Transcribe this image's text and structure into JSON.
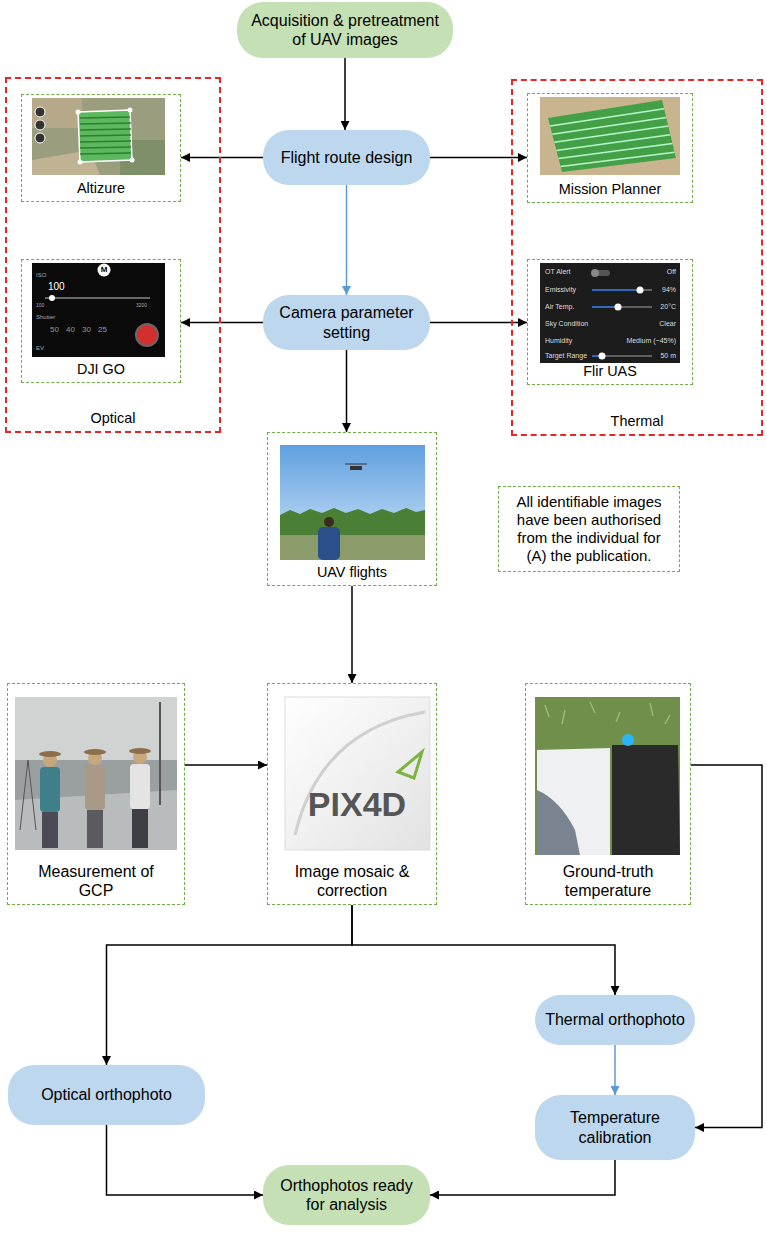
{
  "diagram": {
    "nodes": [
      {
        "text": [
          "Acquisition & pretreatment of UAV images"
        ]
      },
      {
        "text": [
          "Optical"
        ]
      },
      {
        "text": [
          "Altizure"
        ],
        "in": 1
      },
      {
        "text": [
          "DJI GO"
        ],
        "in": 1
      },
      {
        "text": [
          "Flight route design"
        ]
      },
      {
        "text": [
          "Camera parameter setting"
        ]
      },
      {
        "text": [
          "Thermal"
        ]
      },
      {
        "text": [
          "Mission Planner"
        ],
        "in": 6
      },
      {
        "text": [
          "Flir UAS"
        ],
        "in": 6
      },
      {
        "text": [
          "UAV flights"
        ]
      },
      {
        "text": [
          "All identifiable images have been authorised from the individual for (A) the publication."
        ]
      },
      {
        "text": [
          "Measurement of GCP"
        ]
      },
      {
        "text": [
          "Image mosaic & correction"
        ]
      },
      {
        "text": [
          "Ground-truth temperature"
        ]
      },
      {
        "text": [
          "Thermal orthophoto"
        ]
      },
      {
        "text": [
          "Optical orthophoto"
        ]
      },
      {
        "text": [
          "Temperature calibration"
        ]
      },
      {
        "text": [
          "Orthophotos ready for analysis"
        ]
      }
    ],
    "edges": [
      {
        "from": 0,
        "to": 4,
        "arrow": "to"
      },
      {
        "from": 4,
        "to": 2,
        "arrow": "to"
      },
      {
        "from": 4,
        "to": 7,
        "arrow": "to"
      },
      {
        "from": 4,
        "to": 5,
        "arrow": "to"
      },
      {
        "from": 5,
        "to": 3,
        "arrow": "to"
      },
      {
        "from": 5,
        "to": 8,
        "arrow": "to"
      },
      {
        "from": 5,
        "to": 9,
        "arrow": "to"
      },
      {
        "from": 9,
        "to": 12,
        "arrow": "to"
      },
      {
        "from": 11,
        "to": 12,
        "arrow": "to"
      },
      {
        "from": 12,
        "to": 15,
        "arrow": "to"
      },
      {
        "from": 12,
        "to": 14,
        "arrow": "to"
      },
      {
        "from": 14,
        "to": 16,
        "arrow": "to"
      },
      {
        "from": 13,
        "to": 16,
        "arrow": "to"
      },
      {
        "from": 15,
        "to": 17,
        "arrow": "to"
      },
      {
        "from": 16,
        "to": 17,
        "arrow": "to"
      }
    ],
    "labels": [
      "ISO",
      "100",
      "100",
      "3200",
      "Shutter",
      "50",
      "40",
      "30",
      "25",
      "EV",
      "M",
      "OT Alert",
      "Off",
      "Emissivity",
      "94%",
      "Air Temp.",
      "20°C",
      "Sky Condition",
      "Clear",
      "Humidity",
      "Medium (~45%)",
      "Target Range",
      "50 m",
      "PIX4D"
    ]
  }
}
